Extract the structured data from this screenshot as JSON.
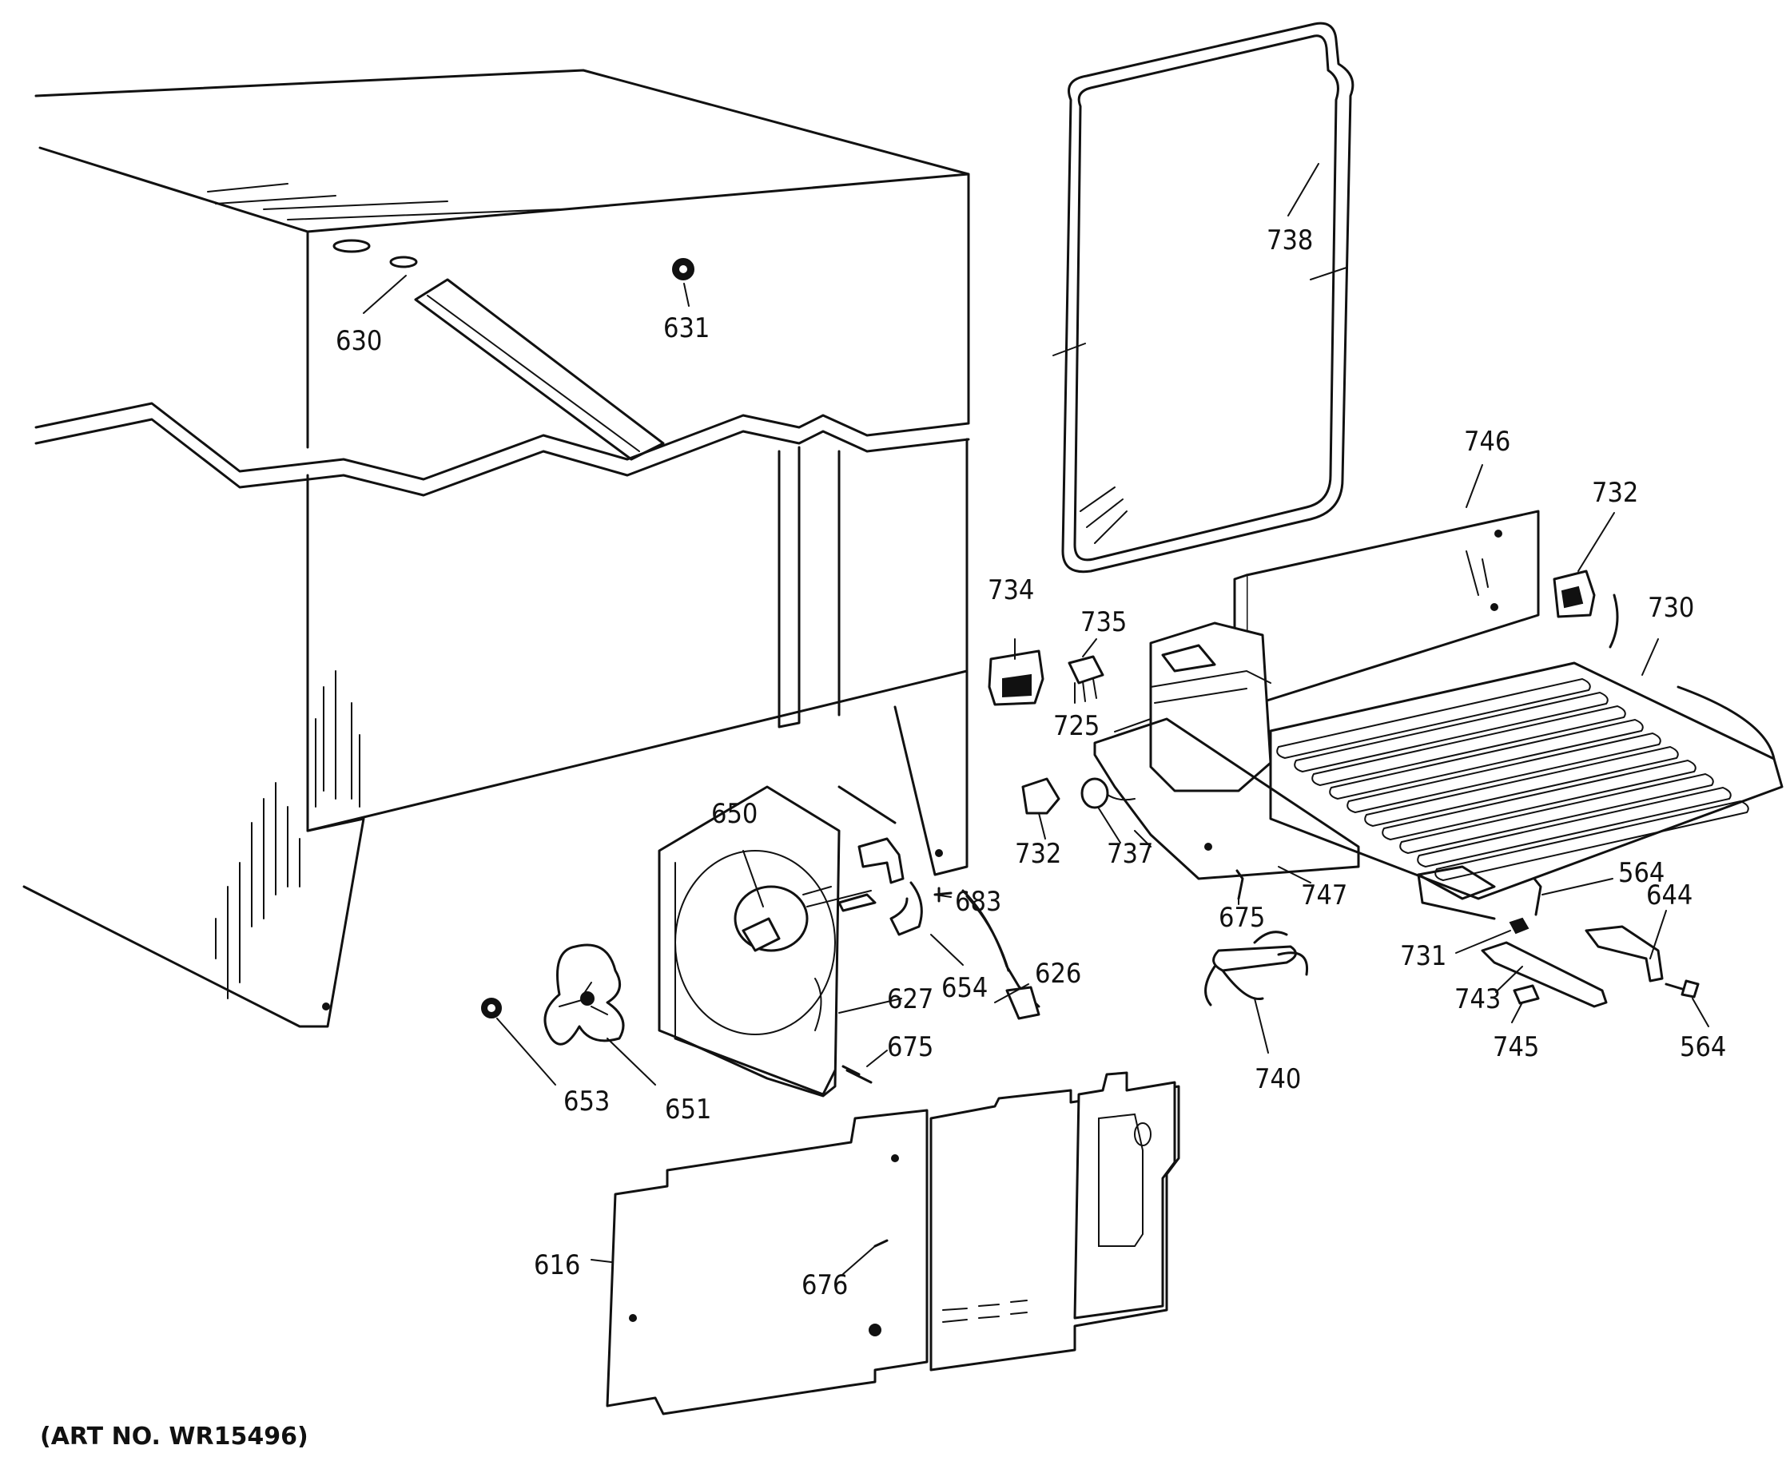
{
  "art_number": "(ART NO. WR15496)",
  "labels": {
    "p630": "630",
    "p631": "631",
    "p738": "738",
    "p746": "746",
    "p732a": "732",
    "p734": "734",
    "p735": "735",
    "p730": "730",
    "p725": "725",
    "p732b": "732",
    "p737": "737",
    "p675a": "675",
    "p747": "747",
    "p564a": "564",
    "p644": "644",
    "p731": "731",
    "p743": "743",
    "p745": "745",
    "p564b": "564",
    "p740": "740",
    "p650": "650",
    "p683": "683",
    "p627": "627",
    "p654": "654",
    "p626": "626",
    "p675b": "675",
    "p653": "653",
    "p651": "651",
    "p616": "616",
    "p676": "676"
  }
}
